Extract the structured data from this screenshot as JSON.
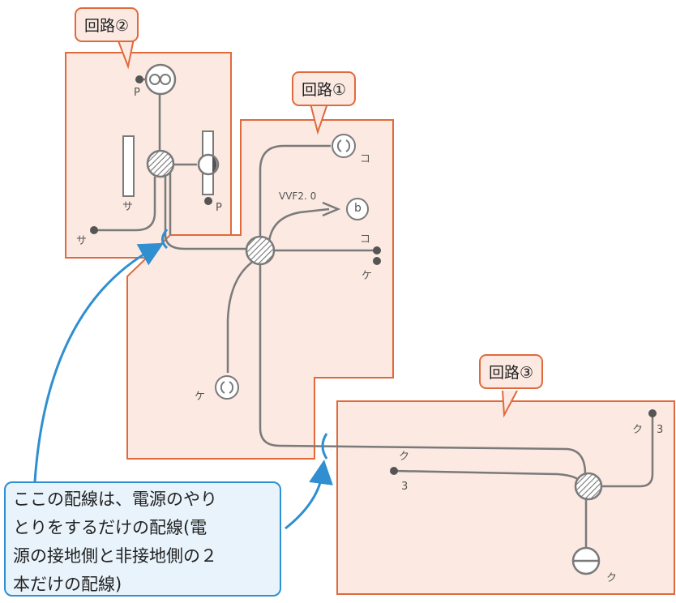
{
  "circuit_tags": {
    "circuit_1": "回路①",
    "circuit_2": "回路②",
    "circuit_3": "回路③"
  },
  "wire_label": "VVF2. 0",
  "symbol_labels": {
    "p_top": "P",
    "p_right": "P",
    "sa_inner": "サ",
    "sa_outer": "サ",
    "ko_top": "コ",
    "ko_mid": "コ",
    "ke_mid": "ケ",
    "ke_lamp": "ケ",
    "b_symbol": "b",
    "ku_left": "ク",
    "ku_left_num": "3",
    "ku_right": "ク",
    "ku_right_num": "3",
    "ku_bottom": "ク"
  },
  "note_lines": [
    "ここの配線は、電源のやり",
    "とりをするだけの配線(電",
    "源の接地側と非接地側の２",
    "本だけの配線)"
  ],
  "colors": {
    "region_fill": "#fbe9e2",
    "region_border": "#e06a3c",
    "wire": "#7a7a7a",
    "callout": "#2f8fd0"
  }
}
